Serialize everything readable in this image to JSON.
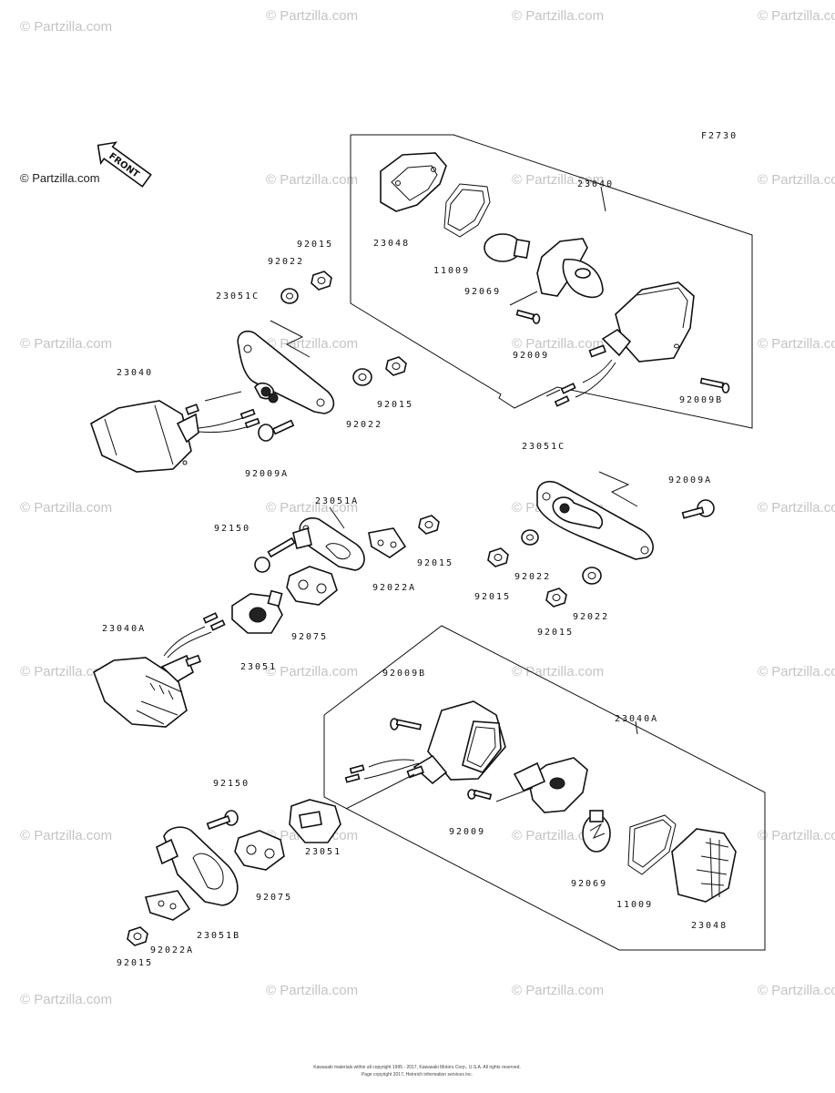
{
  "figure_code": "F2730",
  "logo": {
    "text": "© Partzilla.com"
  },
  "front_badge": "FRONT",
  "watermarks": [
    "© Partzilla.com",
    "© Partzilla.com",
    "© Partzilla.com",
    "© Partzilla.com",
    "© Partzilla.com",
    "© Partzilla.com",
    "© Partzilla.com",
    "© Partzilla.com",
    "© Partzilla.com",
    "© Partzilla.com",
    "© Partzilla.com",
    "© Partzilla.com",
    "© Partzilla.com",
    "© Partzilla.com",
    "© Partzilla.com",
    "© Partzilla.com",
    "© Partzilla.com",
    "© Partzilla.com",
    "© Partzilla.com",
    "© Partzilla.com",
    "© Partzilla.com",
    "© Partzilla.com",
    "© Partzilla.com",
    "© Partzilla.com",
    "© Partzilla.com",
    "© Partzilla.com",
    "© Partzilla.com"
  ],
  "labels": [
    "23040",
    "23048",
    "11009",
    "92069",
    "92009",
    "92009B",
    "92015",
    "92022",
    "23051C",
    "23040",
    "92015",
    "92022",
    "92009A",
    "23051C",
    "92009A",
    "23051A",
    "92150",
    "92022A",
    "92015",
    "92075",
    "92022",
    "92015",
    "92022",
    "92015",
    "23040A",
    "23051",
    "92009B",
    "23040A",
    "92150",
    "92009",
    "23051",
    "92075",
    "92069",
    "11009",
    "23048",
    "23051B",
    "92022A",
    "92015"
  ],
  "copyright": {
    "line1": "Kawasaki materials within all copyright 1995 - 2017, Kawasaki Motors Corp., U.S.A. All rights reserved.",
    "line2": "Page copyright 2017, Heinrich information services inc."
  }
}
